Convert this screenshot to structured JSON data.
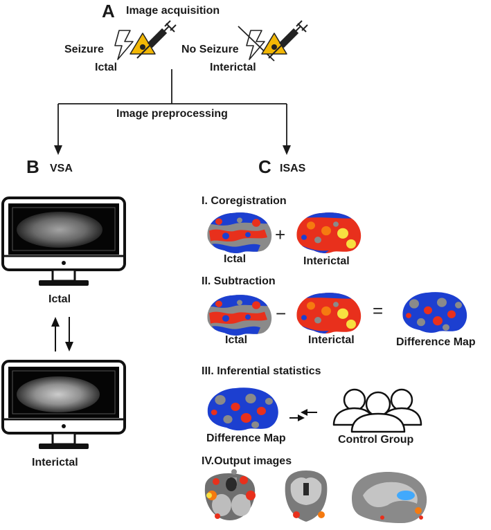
{
  "acquisition": {
    "letter": "A",
    "title": "Image acquisition",
    "seizure_label": "Seizure",
    "ictal_label": "Ictal",
    "no_seizure_label": "No Seizure",
    "interictal_label": "Interictal",
    "preprocessing_label": "Image preprocessing"
  },
  "vsa": {
    "letter": "B",
    "title": "VSA",
    "ictal_label": "Ictal",
    "interictal_label": "Interictal"
  },
  "isas": {
    "letter": "C",
    "title": "ISAS",
    "coregistration": {
      "title": "I. Coregistration",
      "left_label": "Ictal",
      "operator": "+",
      "right_label": "Interictal"
    },
    "subtraction": {
      "title": "II. Subtraction",
      "left_label": "Ictal",
      "operator": "−",
      "right_label": "Interictal",
      "equals": "=",
      "result_label": "Difference Map"
    },
    "inferential": {
      "title": "III. Inferential statistics",
      "left_label": "Difference Map",
      "right_label": "Control Group"
    },
    "output": {
      "title": "IV.Output images"
    }
  },
  "colors": {
    "line": "#1a1a1a",
    "hazard_yellow": "#f2b705",
    "map_blue": "#1c3fd0",
    "map_red": "#e8301c",
    "map_orange": "#f57a10",
    "map_yellow": "#f7e040",
    "map_gray": "#8a8a8a",
    "pet_blue": "#3aa8ff"
  }
}
